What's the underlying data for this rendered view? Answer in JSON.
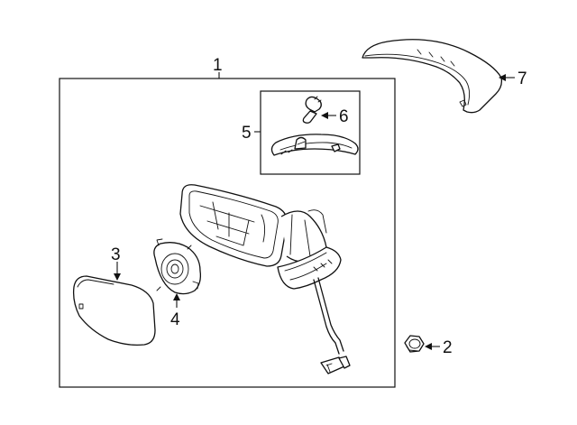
{
  "diagram": {
    "callouts": [
      {
        "id": "1",
        "label": "1"
      },
      {
        "id": "2",
        "label": "2"
      },
      {
        "id": "3",
        "label": "3"
      },
      {
        "id": "4",
        "label": "4"
      },
      {
        "id": "5",
        "label": "5"
      },
      {
        "id": "6",
        "label": "6"
      },
      {
        "id": "7",
        "label": "7"
      }
    ]
  },
  "colors": {
    "line": "#111111",
    "background": "#ffffff"
  }
}
